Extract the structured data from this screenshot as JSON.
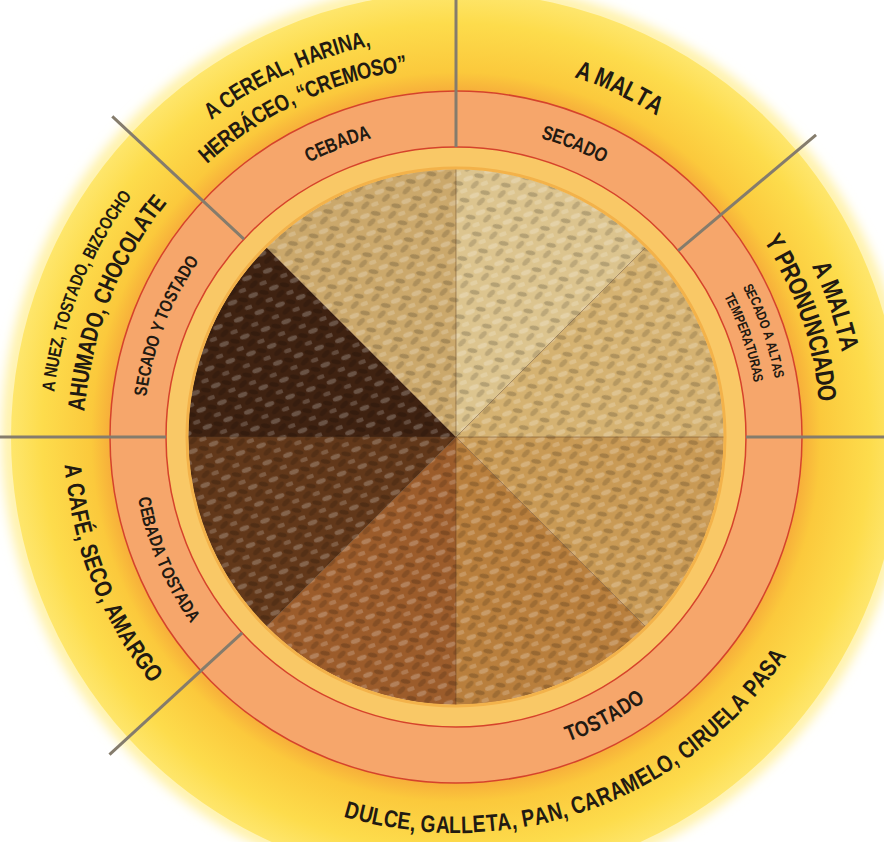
{
  "diagram": {
    "nodes": [
      {
        "text": [
          "A CEREAL, HARINA, HERBÁCEO, “CREMOSO”"
        ]
      },
      {
        "text": [
          "A MALTA"
        ]
      },
      {
        "text": [
          "A MALTA Y PRONUNCIADO"
        ]
      },
      {
        "text": [
          "DULCE, GALLETA, PAN, CARAMELO, CIRUELA PASA"
        ]
      },
      {
        "text": [
          "A CAFÉ, SECO, AMARGO"
        ]
      },
      {
        "text": [
          "A NUEZ, TOSTADO, BIZCOCHO AHUMADO, CHOCOLATE"
        ]
      },
      {
        "text": [
          "CEBADA"
        ]
      },
      {
        "text": [
          "SECADO"
        ]
      },
      {
        "text": [
          "SECADO A ALTAS TEMPERATURAS"
        ]
      },
      {
        "text": [
          "TOSTADO"
        ]
      },
      {
        "text": [
          "CEBADA TOSTADA"
        ]
      },
      {
        "text": [
          "SECADO Y TOSTADO"
        ]
      }
    ]
  }
}
